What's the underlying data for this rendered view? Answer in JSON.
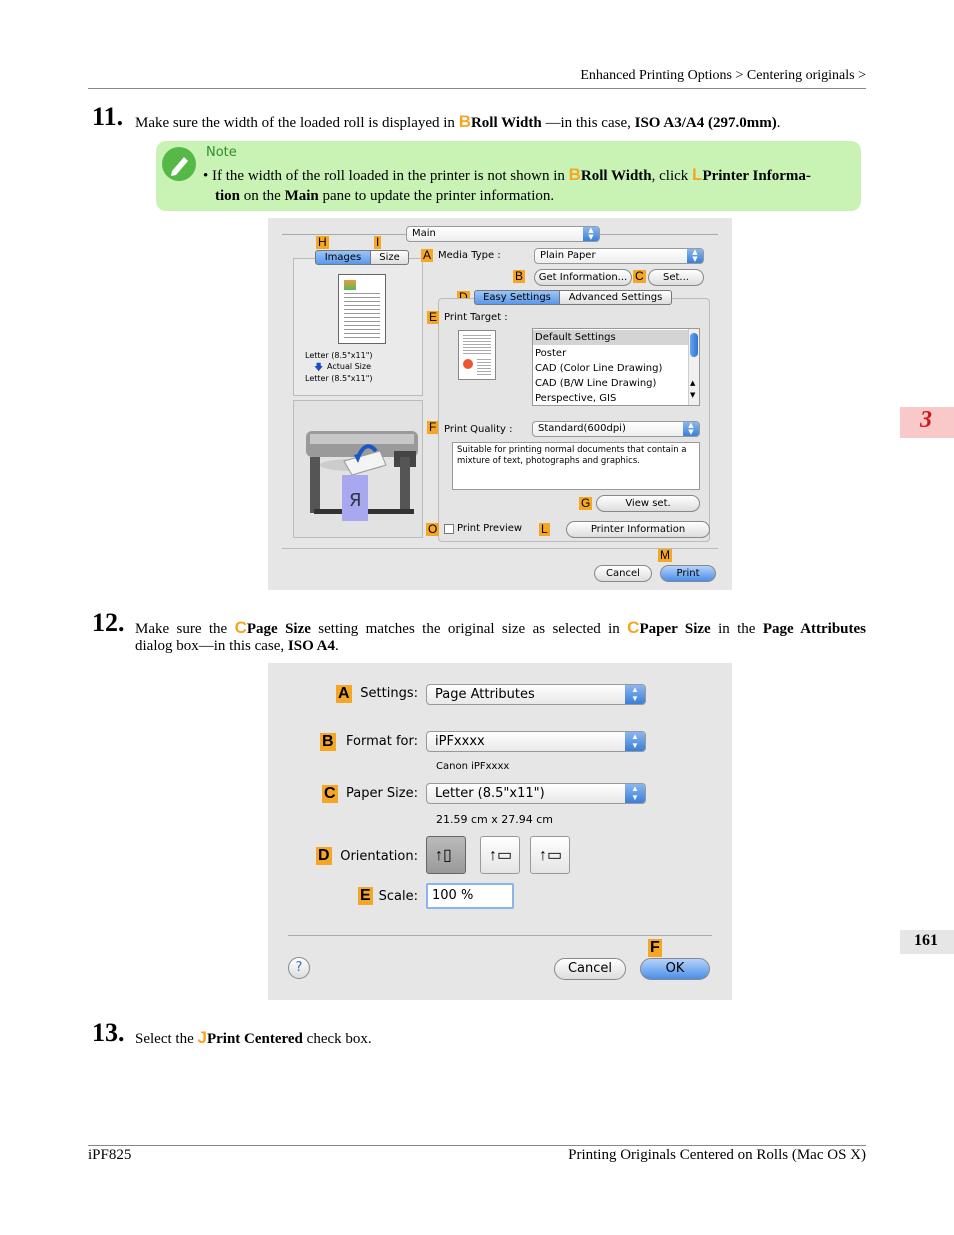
{
  "header": {
    "breadcrumb": "Enhanced Printing Options > Centering originals >"
  },
  "side_tab": {
    "chapter": "3",
    "page": "161"
  },
  "step11": {
    "number": "11.",
    "text_a": "Make sure the width of the loaded roll is displayed in",
    "key": "B",
    "term": "Roll Width",
    "text_b": "—in this case,",
    "value": "ISO A3/A4 (297.0mm)",
    "end": "."
  },
  "note": {
    "label": "Note",
    "bullet": "•",
    "text_a": "If the width of the roll loaded in the printer is not shown in",
    "key1": "B",
    "term1": "Roll Width",
    "text_b": ", click",
    "key2": "L",
    "term2a": "Printer Informa-",
    "term2b": "tion",
    "text_c": "on the",
    "term3": "Main",
    "text_d": "pane to update the printer information."
  },
  "dialog1": {
    "main_popup": "Main",
    "tabs": [
      "Images",
      "Size"
    ],
    "media_type_label": "Media Type :",
    "media_type_value": "Plain Paper",
    "get_info_button": "Get Information...",
    "set_button": "Set...",
    "easy_settings_tab": "Easy Settings",
    "advanced_settings_tab": "Advanced Settings",
    "print_target_label": "Print Target :",
    "print_target_items": [
      "Default Settings",
      "Poster",
      "CAD (Color Line Drawing)",
      "CAD (B/W Line Drawing)",
      "Perspective, GIS"
    ],
    "print_quality_label": "Print Quality :",
    "print_quality_value": "Standard(600dpi)",
    "description": "Suitable for printing normal documents that contain a mixture of text, photographs and graphics.",
    "view_set_button": "View set.",
    "print_preview_label": "Print Preview",
    "printer_info_button": "Printer Information",
    "cancel_button": "Cancel",
    "print_button": "Print",
    "paper_lines": [
      "Letter (8.5\"x11\")",
      "Actual Size",
      "Letter (8.5\"x11\")"
    ],
    "badges": {
      "H": "H",
      "I": "I",
      "A": "A",
      "B": "B",
      "C": "C",
      "D": "D",
      "E": "E",
      "F": "F",
      "G": "G",
      "O": "O",
      "L": "L",
      "M": "M"
    }
  },
  "step12": {
    "number": "12.",
    "text_a": "Make sure the",
    "key1": "C",
    "term1": "Page Size",
    "text_b": "setting matches the original size as selected in",
    "key2": "C",
    "term2": "Paper Size",
    "text_c": "in the",
    "term3": "Page Attributes",
    "text_d": "dialog box—in this case,",
    "value": "ISO A4",
    "end": "."
  },
  "dialog2": {
    "settings_label": "Settings:",
    "settings_value": "Page Attributes",
    "format_label": "Format for:",
    "format_value": "iPFxxxx",
    "format_sub": "Canon iPFxxxx",
    "paper_size_label": "Paper Size:",
    "paper_size_value": "Letter (8.5\"x11\")",
    "paper_size_sub": "21.59 cm x 27.94 cm",
    "orientation_label": "Orientation:",
    "scale_label": "Scale:",
    "scale_value": "100 %",
    "help": "?",
    "cancel_button": "Cancel",
    "ok_button": "OK",
    "badges": {
      "A": "A",
      "B": "B",
      "C": "C",
      "D": "D",
      "E": "E",
      "F": "F"
    }
  },
  "step13": {
    "number": "13.",
    "text_a": "Select the",
    "key": "J",
    "term": "Print Centered",
    "text_b": "check box."
  },
  "footer": {
    "left": "iPF825",
    "right": "Printing Originals Centered on Rolls (Mac OS X)"
  },
  "colors": {
    "badge": "#f5a623",
    "note_bg": "#c8f3b4",
    "tab_red": "#f9c9c9",
    "dialog_bg": "#e6e6e6"
  }
}
